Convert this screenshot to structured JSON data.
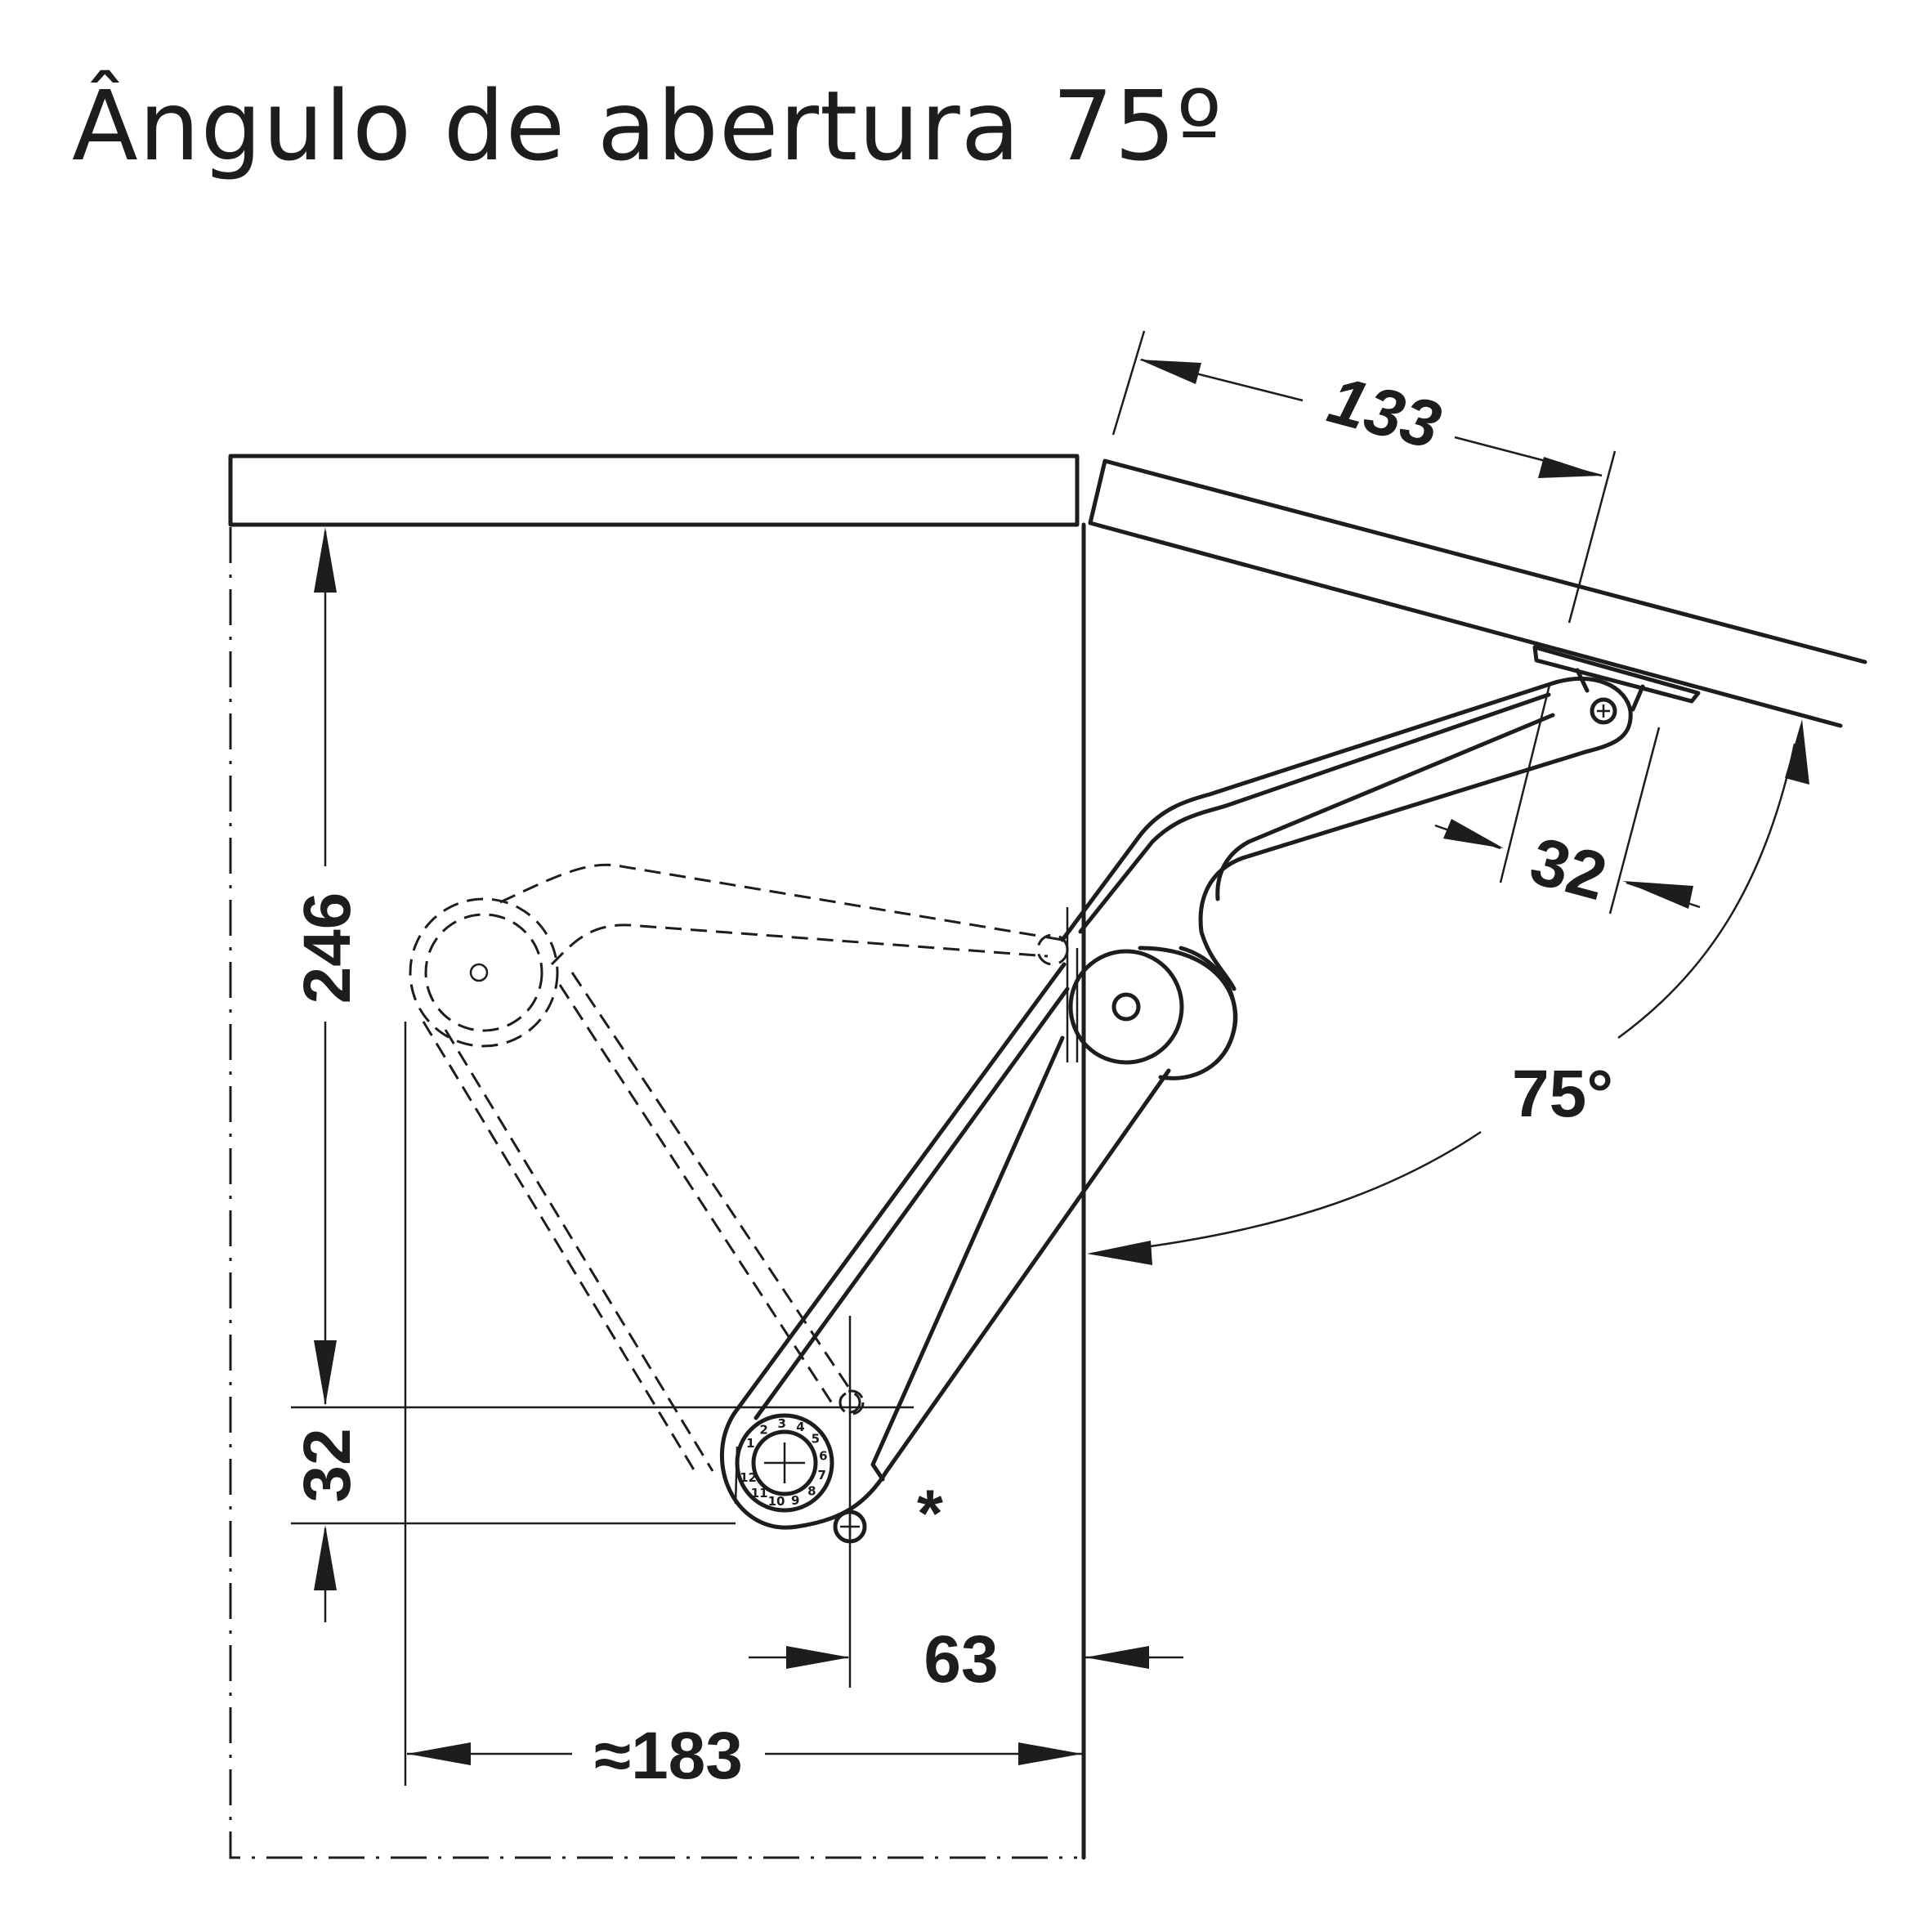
{
  "title": "Ângulo de abertura 75º",
  "dimensions": {
    "flap_length": "133",
    "arm_offset": "32",
    "angle": "75°",
    "height": "246",
    "pivot_height": "32",
    "side_offset": "63",
    "depth": "≈183",
    "note_mark": "*"
  },
  "dial_numbers": [
    "1",
    "2",
    "3",
    "4",
    "5",
    "6",
    "7",
    "8",
    "9",
    "10",
    "11",
    "12"
  ],
  "icons": {
    "screw_top": "screw-icon",
    "screw_bottom": "screw-icon",
    "adjuster": "adjustment-dial-icon"
  }
}
